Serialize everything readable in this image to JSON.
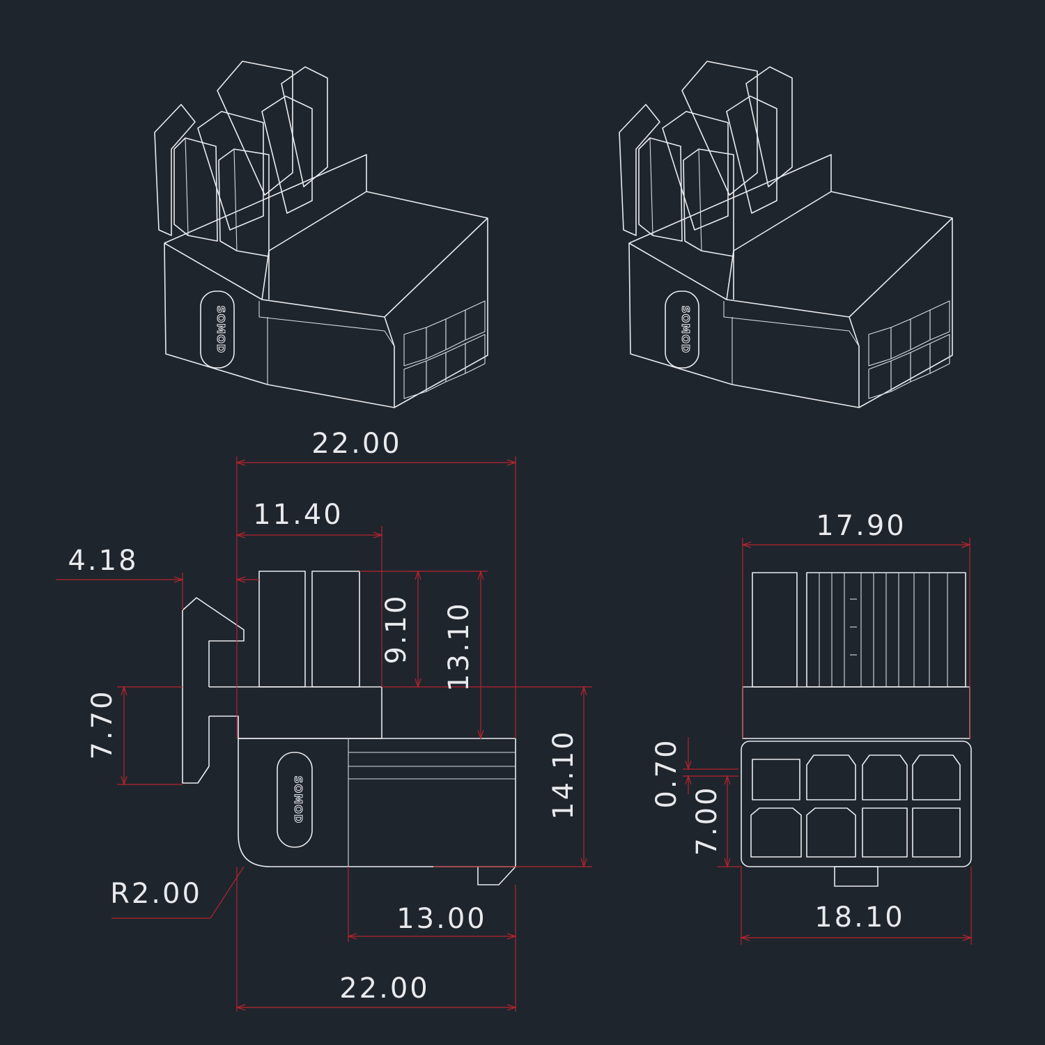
{
  "brand_logo": "SOMOD",
  "colors": {
    "background": "#1f252d",
    "outline": "#e9ecef",
    "dimension_line": "#b3242e",
    "dimension_text": "#e8eaed"
  },
  "dimensions": {
    "side_overall_width_top": "22.00",
    "side_pins_width": "11.40",
    "side_latch_offset": "4.18",
    "side_pin_height": "9.10",
    "side_pin_block_height": "13.10",
    "side_latch_height": "7.70",
    "side_body_height": "14.10",
    "side_corner_radius": "R2.00",
    "side_socket_depth": "13.00",
    "side_overall_width_bottom": "22.00",
    "front_top_width": "17.90",
    "front_step": "0.70",
    "front_socket_height": "7.00",
    "front_bottom_width": "18.10"
  }
}
